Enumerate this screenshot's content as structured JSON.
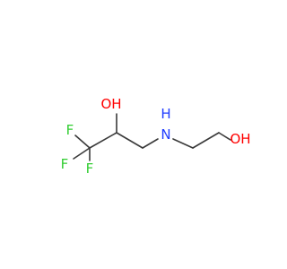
{
  "molecule": {
    "atoms": [
      {
        "id": "F1",
        "symbol": "F"
      },
      {
        "id": "F2",
        "symbol": "F"
      },
      {
        "id": "F3",
        "symbol": "F"
      },
      {
        "id": "O1",
        "symbol": "OH"
      },
      {
        "id": "N1",
        "symbol": "H"
      },
      {
        "id": "N1b",
        "symbol": "N"
      },
      {
        "id": "O2",
        "symbol": "OH"
      }
    ]
  },
  "colors": {
    "bond": "#3a3a3a",
    "fluorine": "#32cd32",
    "oxygen": "#ff0000",
    "nitrogen": "#1f3cff"
  }
}
